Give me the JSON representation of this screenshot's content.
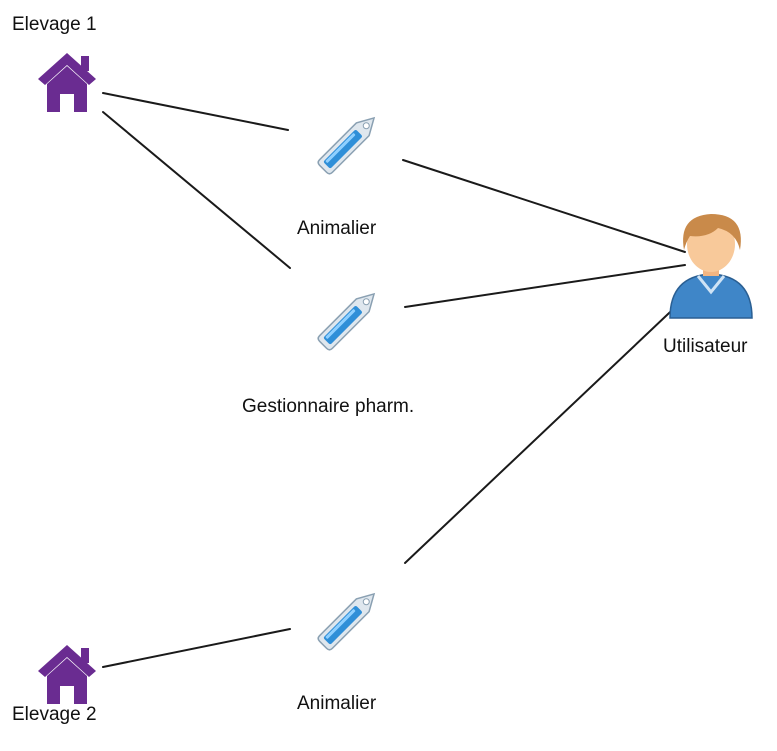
{
  "nodes": {
    "elevage_1": {
      "label": "Elevage 1",
      "icon": "house-icon"
    },
    "elevage_2": {
      "label": "Elevage 2",
      "icon": "house-icon"
    },
    "role_animalier_1": {
      "label": "Animalier",
      "icon": "tag-icon"
    },
    "role_gestionnaire": {
      "label": "Gestionnaire pharm.",
      "icon": "tag-icon"
    },
    "role_animalier_2": {
      "label": "Animalier",
      "icon": "tag-icon"
    },
    "utilisateur": {
      "label": "Utilisateur",
      "icon": "user-icon"
    }
  },
  "edges": [
    [
      "elevage_1",
      "role_animalier_1"
    ],
    [
      "elevage_1",
      "role_gestionnaire"
    ],
    [
      "role_animalier_1",
      "utilisateur"
    ],
    [
      "role_gestionnaire",
      "utilisateur"
    ],
    [
      "role_animalier_2",
      "utilisateur"
    ],
    [
      "elevage_2",
      "role_animalier_2"
    ]
  ],
  "colors": {
    "house": "#6a2c91",
    "tag_body": "#dfe7ee",
    "tag_bar": "#2f8fd8",
    "user_skin": "#f8c99a",
    "user_hair": "#c98a4a",
    "user_shirt": "#3f86c8",
    "edge": "#1a1a1a"
  }
}
